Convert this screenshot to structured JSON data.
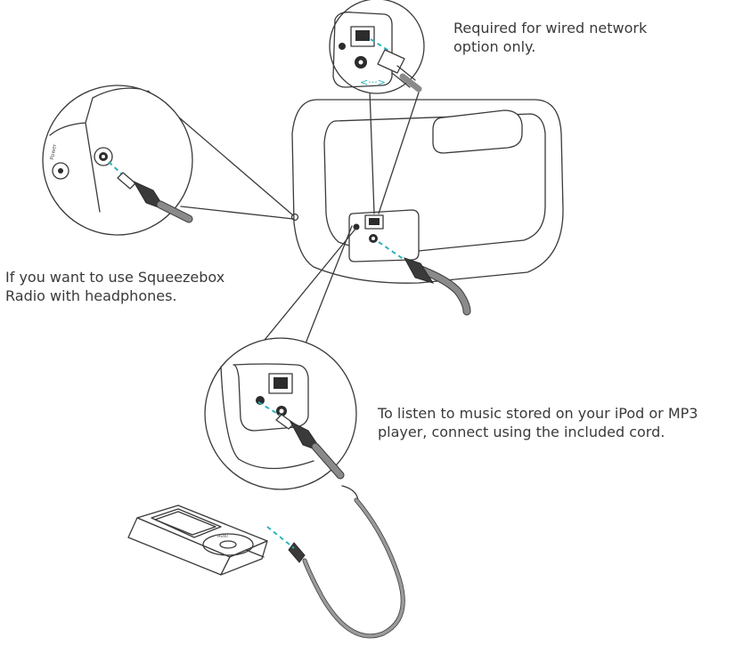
{
  "captions": {
    "network": [
      "Required for wired network",
      "option only."
    ],
    "headphones": [
      "If you want to use Squeezebox",
      "Radio with headphones."
    ],
    "aux": [
      "To listen to music stored on your iPod or MP3",
      "player, connect using the included cord."
    ]
  },
  "device_labels": {
    "lan_arrow": "<···>",
    "headphone_side_label": "Power",
    "player_menu_label": "MENU"
  },
  "colors": {
    "guide_dash": "#2bb3b8",
    "outline": "#3a3a3a",
    "cable": "#8a8a8a",
    "text": "#3a3a3a"
  }
}
